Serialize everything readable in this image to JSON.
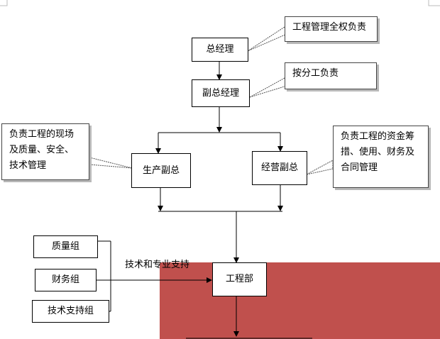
{
  "boxes": {
    "gm": "总经理",
    "deputy_gm": "副总经理",
    "production_vp": "生产副总",
    "business_vp": "经营副总",
    "engineering": "工程部",
    "quality_group": "质量组",
    "finance_group": "财务组",
    "tech_support_group": "技术支持组"
  },
  "callouts": {
    "gm_note": [
      "工程管理全权负责"
    ],
    "deputy_note": [
      "按分工负责"
    ],
    "production_note": [
      "负责工程的现场",
      "及质量、安全、",
      "技术管理"
    ],
    "business_note": [
      "负责工程的资金筹",
      "措、使用、财务及",
      "合同管理"
    ]
  },
  "support_label": "技术和专业支持",
  "colors": {
    "highlight": "#c0504d",
    "line": "#000000",
    "shadow": "#b8b8b8"
  }
}
